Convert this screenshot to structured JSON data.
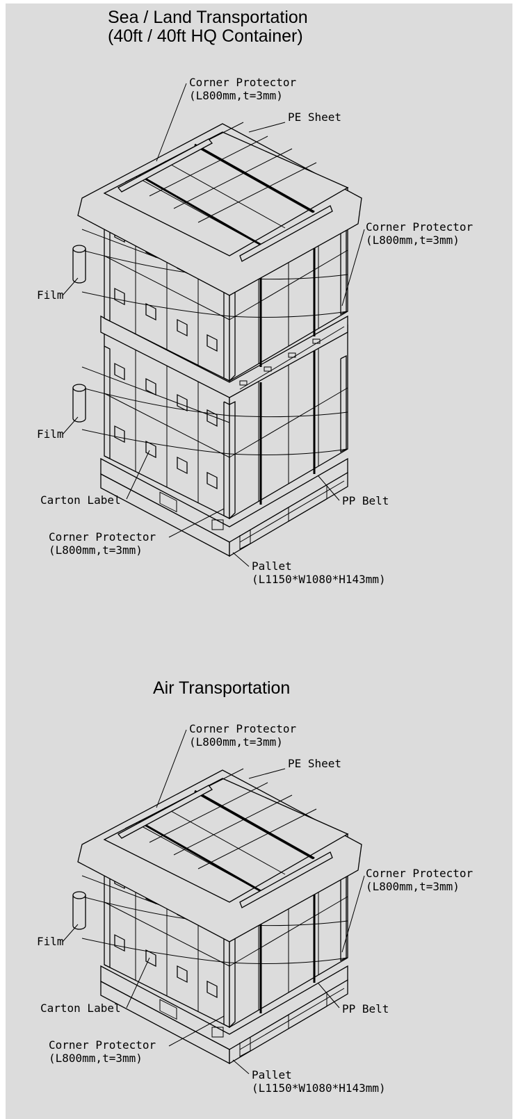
{
  "sea": {
    "title_line1": "Sea / Land Transportation",
    "title_line2": "(40ft / 40ft HQ Container)",
    "labels": {
      "corner_protector_top": "Corner Protector",
      "corner_protector_top_spec": "(L800mm,t=3mm)",
      "pe_sheet": "PE Sheet",
      "corner_protector_right": "Corner Protector",
      "corner_protector_right_spec": "(L800mm,t=3mm)",
      "film_upper": "Film",
      "film_lower": "Film",
      "carton_label": "Carton Label",
      "pp_belt": "PP Belt",
      "corner_protector_bottom": "Corner Protector",
      "corner_protector_bottom_spec": "(L800mm,t=3mm)",
      "pallet": "Pallet",
      "pallet_spec": "(L1150*W1080*H143mm)"
    }
  },
  "air": {
    "title": "Air Transportation",
    "labels": {
      "corner_protector_top": "Corner Protector",
      "corner_protector_top_spec": "(L800mm,t=3mm)",
      "pe_sheet": "PE Sheet",
      "corner_protector_right": "Corner Protector",
      "corner_protector_right_spec": "(L800mm,t=3mm)",
      "film": "Film",
      "carton_label": "Carton Label",
      "pp_belt": "PP Belt",
      "corner_protector_bottom": "Corner Protector",
      "corner_protector_bottom_spec": "(L800mm,t=3mm)",
      "pallet": "Pallet",
      "pallet_spec": "(L1150*W1080*H143mm)"
    }
  }
}
